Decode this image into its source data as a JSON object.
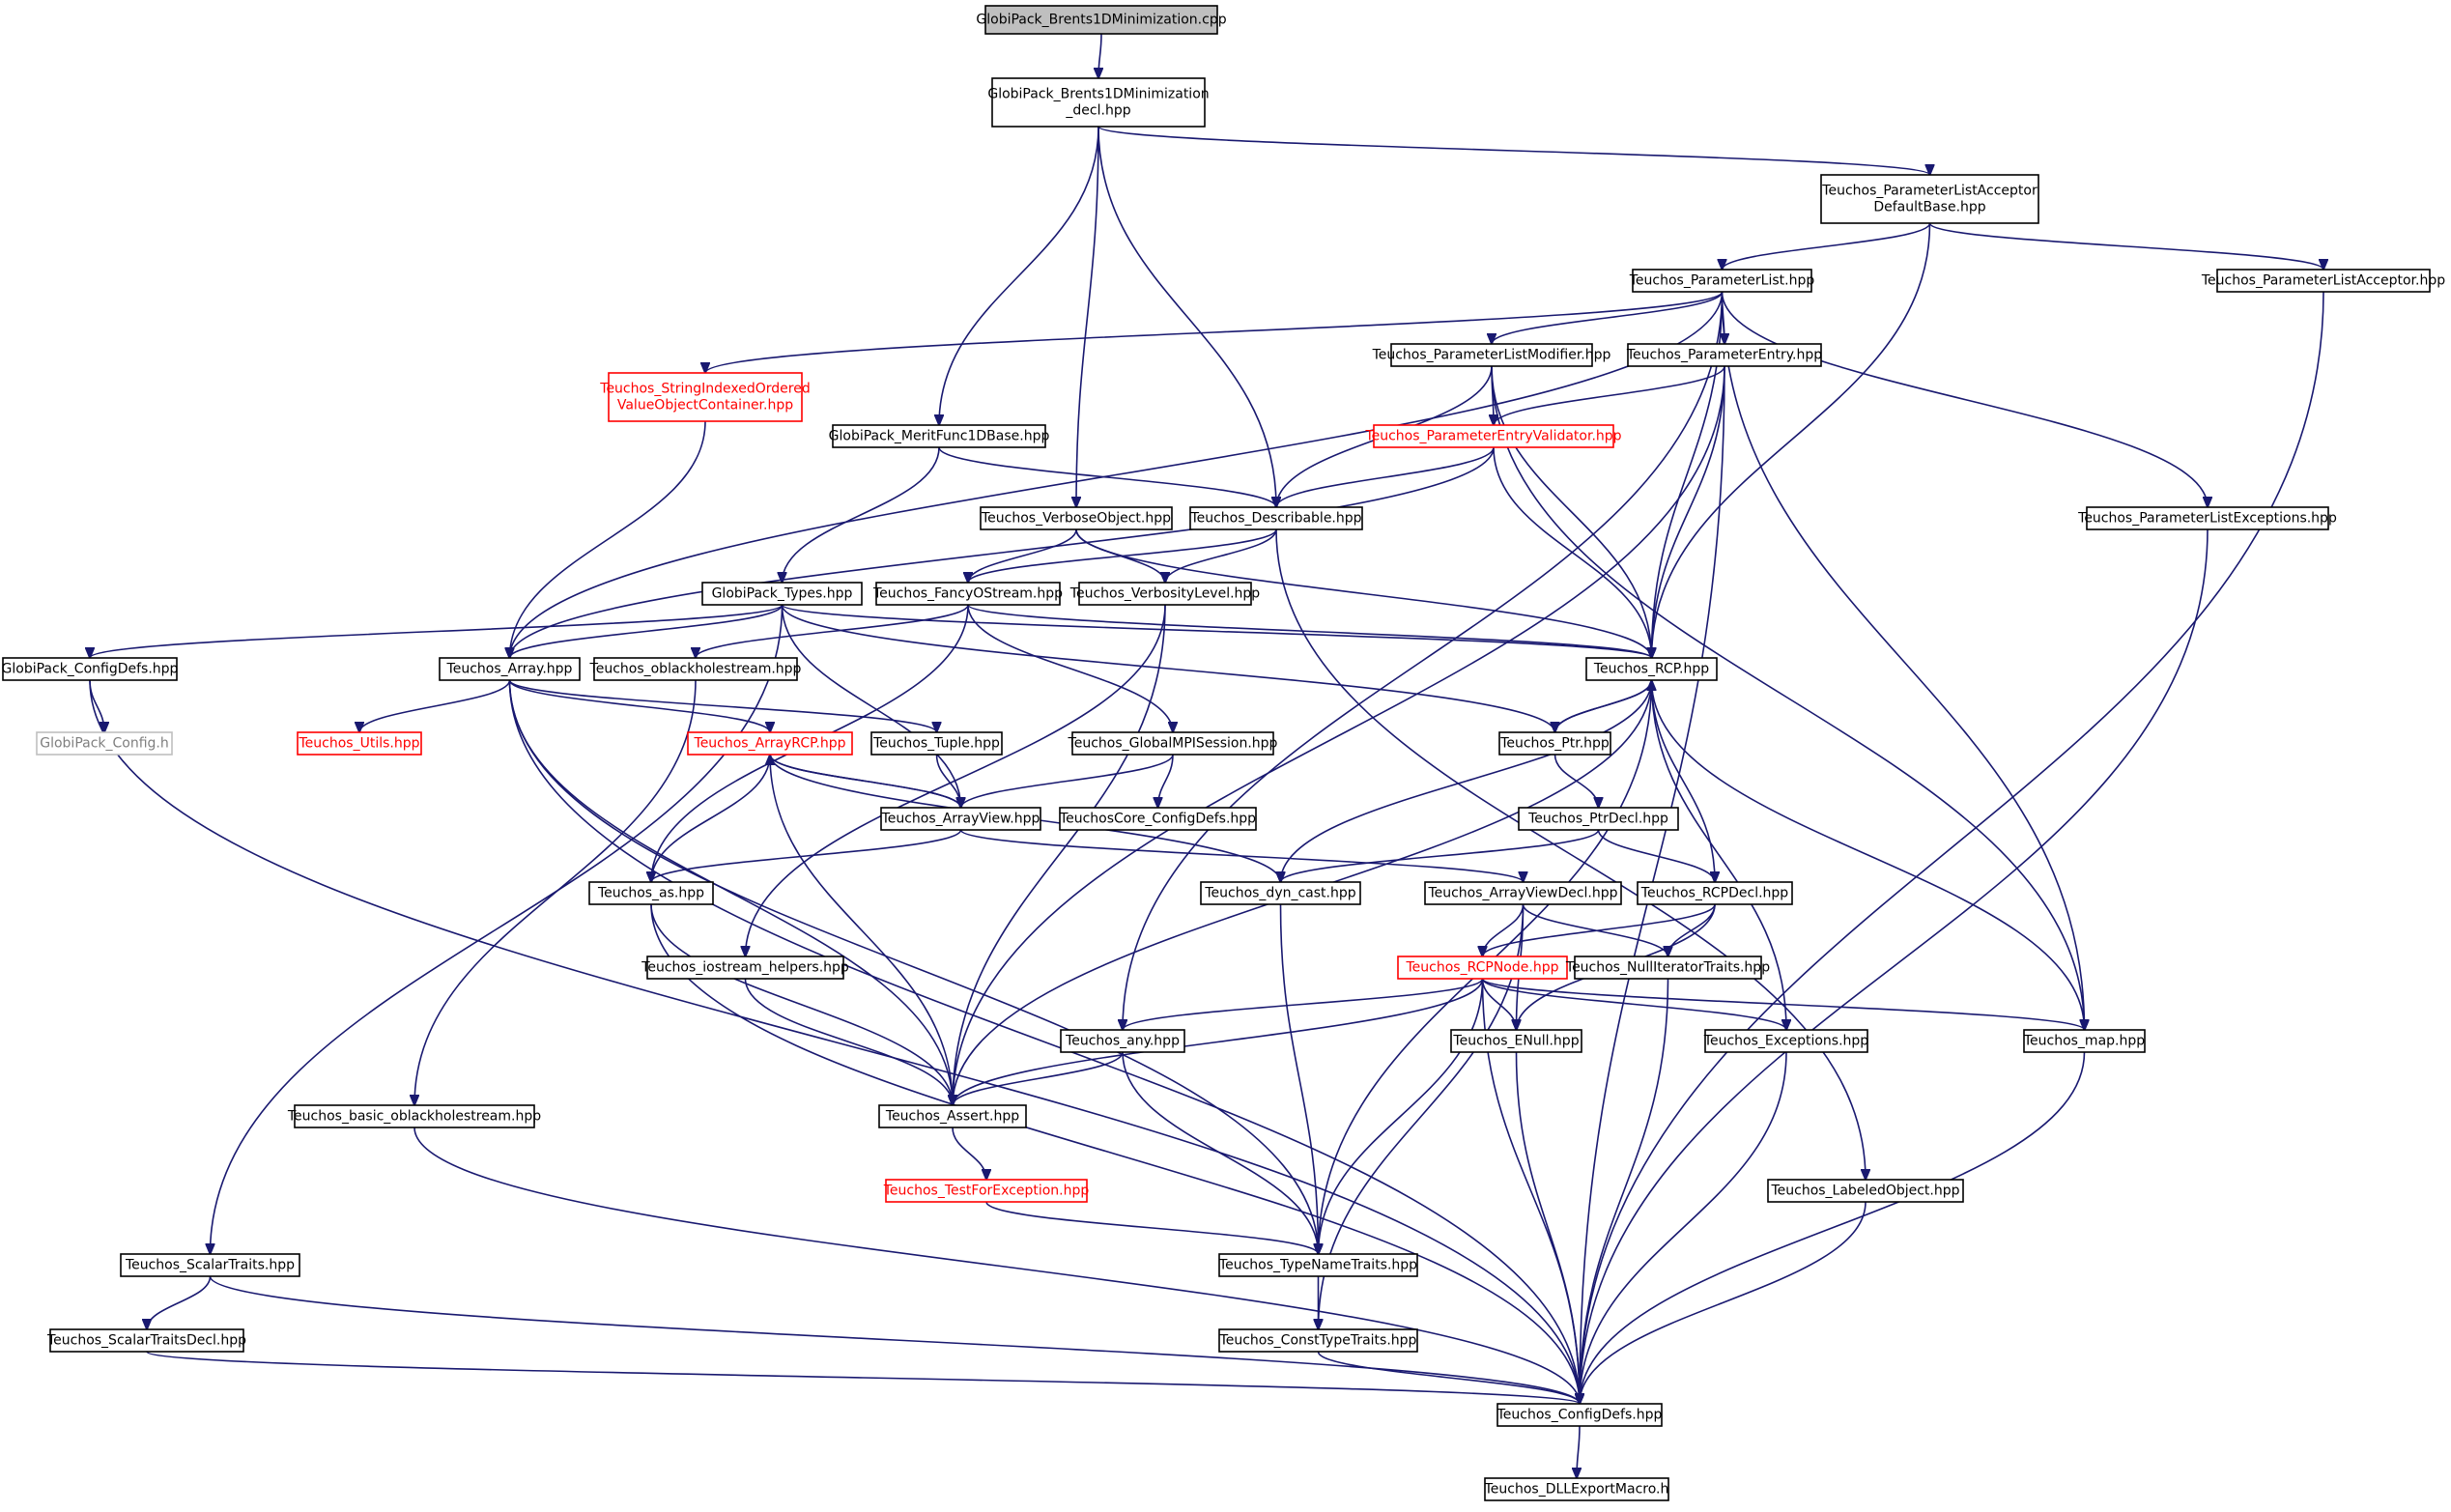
{
  "colors": {
    "edge": "#191970",
    "truncated": "#ff0000",
    "root_fill": "#bfbfbf",
    "external": "#bfbfbf"
  },
  "nodes": [
    {
      "id": "root",
      "lines": [
        "GlobiPack_Brents1DMinimization.cpp"
      ],
      "kind": "root"
    },
    {
      "id": "decl",
      "lines": [
        "GlobiPack_Brents1DMinimization",
        "_decl.hpp"
      ]
    },
    {
      "id": "plad",
      "lines": [
        "Teuchos_ParameterListAcceptor",
        "DefaultBase.hpp"
      ]
    },
    {
      "id": "pl",
      "lines": [
        "Teuchos_ParameterList.hpp"
      ]
    },
    {
      "id": "pla",
      "lines": [
        "Teuchos_ParameterListAcceptor.hpp"
      ]
    },
    {
      "id": "plm",
      "lines": [
        "Teuchos_ParameterListModifier.hpp"
      ]
    },
    {
      "id": "pe",
      "lines": [
        "Teuchos_ParameterEntry.hpp"
      ]
    },
    {
      "id": "sio",
      "lines": [
        "Teuchos_StringIndexedOrdered",
        "ValueObjectContainer.hpp"
      ],
      "kind": "truncated"
    },
    {
      "id": "mf",
      "lines": [
        "GlobiPack_MeritFunc1DBase.hpp"
      ]
    },
    {
      "id": "pev",
      "lines": [
        "Teuchos_ParameterEntryValidator.hpp"
      ],
      "kind": "truncated"
    },
    {
      "id": "vo",
      "lines": [
        "Teuchos_VerboseObject.hpp"
      ]
    },
    {
      "id": "desc",
      "lines": [
        "Teuchos_Describable.hpp"
      ]
    },
    {
      "id": "ple",
      "lines": [
        "Teuchos_ParameterListExceptions.hpp"
      ]
    },
    {
      "id": "gtypes",
      "lines": [
        "GlobiPack_Types.hpp"
      ]
    },
    {
      "id": "fos",
      "lines": [
        "Teuchos_FancyOStream.hpp"
      ]
    },
    {
      "id": "vl",
      "lines": [
        "Teuchos_VerbosityLevel.hpp"
      ]
    },
    {
      "id": "gcd",
      "lines": [
        "GlobiPack_ConfigDefs.hpp"
      ]
    },
    {
      "id": "arr",
      "lines": [
        "Teuchos_Array.hpp"
      ]
    },
    {
      "id": "obh",
      "lines": [
        "Teuchos_oblackholestream.hpp"
      ]
    },
    {
      "id": "rcp",
      "lines": [
        "Teuchos_RCP.hpp"
      ]
    },
    {
      "id": "gconf",
      "lines": [
        "GlobiPack_Config.h"
      ],
      "kind": "external"
    },
    {
      "id": "utils",
      "lines": [
        "Teuchos_Utils.hpp"
      ],
      "kind": "truncated"
    },
    {
      "id": "arcp",
      "lines": [
        "Teuchos_ArrayRCP.hpp"
      ],
      "kind": "truncated"
    },
    {
      "id": "tuple",
      "lines": [
        "Teuchos_Tuple.hpp"
      ]
    },
    {
      "id": "gmpi",
      "lines": [
        "Teuchos_GlobalMPISession.hpp"
      ]
    },
    {
      "id": "ptr",
      "lines": [
        "Teuchos_Ptr.hpp"
      ]
    },
    {
      "id": "av",
      "lines": [
        "Teuchos_ArrayView.hpp"
      ]
    },
    {
      "id": "tccd",
      "lines": [
        "TeuchosCore_ConfigDefs.hpp"
      ]
    },
    {
      "id": "ptrdecl",
      "lines": [
        "Teuchos_PtrDecl.hpp"
      ]
    },
    {
      "id": "as",
      "lines": [
        "Teuchos_as.hpp"
      ]
    },
    {
      "id": "dyn",
      "lines": [
        "Teuchos_dyn_cast.hpp"
      ]
    },
    {
      "id": "avd",
      "lines": [
        "Teuchos_ArrayViewDecl.hpp"
      ]
    },
    {
      "id": "rcpdecl",
      "lines": [
        "Teuchos_RCPDecl.hpp"
      ]
    },
    {
      "id": "ioh",
      "lines": [
        "Teuchos_iostream_helpers.hpp"
      ]
    },
    {
      "id": "rcpnode",
      "lines": [
        "Teuchos_RCPNode.hpp"
      ],
      "kind": "truncated"
    },
    {
      "id": "nit",
      "lines": [
        "Teuchos_NullIteratorTraits.hpp"
      ]
    },
    {
      "id": "any",
      "lines": [
        "Teuchos_any.hpp"
      ]
    },
    {
      "id": "enull",
      "lines": [
        "Teuchos_ENull.hpp"
      ]
    },
    {
      "id": "exc",
      "lines": [
        "Teuchos_Exceptions.hpp"
      ]
    },
    {
      "id": "map",
      "lines": [
        "Teuchos_map.hpp"
      ]
    },
    {
      "id": "bobh",
      "lines": [
        "Teuchos_basic_oblackholestream.hpp"
      ]
    },
    {
      "id": "assert",
      "lines": [
        "Teuchos_Assert.hpp"
      ]
    },
    {
      "id": "tfe",
      "lines": [
        "Teuchos_TestForException.hpp"
      ],
      "kind": "truncated"
    },
    {
      "id": "labeled",
      "lines": [
        "Teuchos_LabeledObject.hpp"
      ]
    },
    {
      "id": "st",
      "lines": [
        "Teuchos_ScalarTraits.hpp"
      ]
    },
    {
      "id": "tnt",
      "lines": [
        "Teuchos_TypeNameTraits.hpp"
      ]
    },
    {
      "id": "std",
      "lines": [
        "Teuchos_ScalarTraitsDecl.hpp"
      ]
    },
    {
      "id": "ctt",
      "lines": [
        "Teuchos_ConstTypeTraits.hpp"
      ]
    },
    {
      "id": "tcd",
      "lines": [
        "Teuchos_ConfigDefs.hpp"
      ]
    },
    {
      "id": "dll",
      "lines": [
        "Teuchos_DLLExportMacro.h"
      ]
    }
  ],
  "edges": [
    [
      "root",
      "decl"
    ],
    [
      "decl",
      "plad"
    ],
    [
      "decl",
      "mf"
    ],
    [
      "decl",
      "vo"
    ],
    [
      "decl",
      "desc"
    ],
    [
      "plad",
      "pl"
    ],
    [
      "plad",
      "pla"
    ],
    [
      "plad",
      "rcp"
    ],
    [
      "pl",
      "plm"
    ],
    [
      "pl",
      "pe"
    ],
    [
      "pl",
      "sio"
    ],
    [
      "pl",
      "ple"
    ],
    [
      "pl",
      "arr"
    ],
    [
      "pl",
      "rcp"
    ],
    [
      "pl",
      "map"
    ],
    [
      "pl",
      "any"
    ],
    [
      "pla",
      "tcd"
    ],
    [
      "plm",
      "pev"
    ],
    [
      "plm",
      "desc"
    ],
    [
      "plm",
      "rcp"
    ],
    [
      "plm",
      "map"
    ],
    [
      "pe",
      "pev"
    ],
    [
      "pe",
      "rcp"
    ],
    [
      "pe",
      "assert"
    ],
    [
      "pe",
      "tcd"
    ],
    [
      "sio",
      "arr"
    ],
    [
      "mf",
      "gtypes"
    ],
    [
      "mf",
      "desc"
    ],
    [
      "pev",
      "desc"
    ],
    [
      "pev",
      "rcp"
    ],
    [
      "pev",
      "arr"
    ],
    [
      "vo",
      "fos"
    ],
    [
      "vo",
      "vl"
    ],
    [
      "vo",
      "rcp"
    ],
    [
      "desc",
      "fos"
    ],
    [
      "desc",
      "vl"
    ],
    [
      "desc",
      "labeled"
    ],
    [
      "ple",
      "tcd"
    ],
    [
      "gtypes",
      "gcd"
    ],
    [
      "gtypes",
      "arr"
    ],
    [
      "gtypes",
      "rcp"
    ],
    [
      "gtypes",
      "ptr"
    ],
    [
      "gtypes",
      "av"
    ],
    [
      "gtypes",
      "st"
    ],
    [
      "fos",
      "rcp"
    ],
    [
      "fos",
      "obh"
    ],
    [
      "fos",
      "gmpi"
    ],
    [
      "fos",
      "as"
    ],
    [
      "vl",
      "assert"
    ],
    [
      "vl",
      "ioh"
    ],
    [
      "gcd",
      "gconf"
    ],
    [
      "gcd",
      "tcd"
    ],
    [
      "arr",
      "utils"
    ],
    [
      "arr",
      "arcp"
    ],
    [
      "arr",
      "tuple"
    ],
    [
      "arr",
      "assert"
    ],
    [
      "arr",
      "tnt"
    ],
    [
      "arr",
      "tcd"
    ],
    [
      "obh",
      "bobh"
    ],
    [
      "rcp",
      "ptr"
    ],
    [
      "rcp",
      "rcpdecl"
    ],
    [
      "rcp",
      "exc"
    ],
    [
      "rcp",
      "map"
    ],
    [
      "rcp",
      "dyn"
    ],
    [
      "rcp",
      "tnt"
    ],
    [
      "rcp",
      "assert"
    ],
    [
      "arcp",
      "av"
    ],
    [
      "arcp",
      "as"
    ],
    [
      "arcp",
      "assert"
    ],
    [
      "arcp",
      "dyn"
    ],
    [
      "tuple",
      "av"
    ],
    [
      "gmpi",
      "av"
    ],
    [
      "gmpi",
      "tccd"
    ],
    [
      "ptr",
      "rcp"
    ],
    [
      "ptr",
      "ptrdecl"
    ],
    [
      "av",
      "arcp"
    ],
    [
      "av",
      "avd"
    ],
    [
      "av",
      "as"
    ],
    [
      "ptrdecl",
      "rcpdecl"
    ],
    [
      "ptrdecl",
      "dyn"
    ],
    [
      "as",
      "assert"
    ],
    [
      "as",
      "tcd"
    ],
    [
      "dyn",
      "tnt"
    ],
    [
      "avd",
      "rcpnode"
    ],
    [
      "avd",
      "nit"
    ],
    [
      "avd",
      "enull"
    ],
    [
      "avd",
      "ctt"
    ],
    [
      "rcpdecl",
      "rcpnode"
    ],
    [
      "rcpdecl",
      "nit"
    ],
    [
      "rcpdecl",
      "enull"
    ],
    [
      "ioh",
      "assert"
    ],
    [
      "rcpnode",
      "any"
    ],
    [
      "rcpnode",
      "enull"
    ],
    [
      "rcpnode",
      "exc"
    ],
    [
      "rcpnode",
      "map"
    ],
    [
      "rcpnode",
      "assert"
    ],
    [
      "rcpnode",
      "tnt"
    ],
    [
      "rcpnode",
      "tcd"
    ],
    [
      "nit",
      "tcd"
    ],
    [
      "any",
      "assert"
    ],
    [
      "any",
      "tnt"
    ],
    [
      "enull",
      "tcd"
    ],
    [
      "exc",
      "tcd"
    ],
    [
      "map",
      "tcd"
    ],
    [
      "bobh",
      "tcd"
    ],
    [
      "assert",
      "tfe"
    ],
    [
      "tfe",
      "tnt"
    ],
    [
      "labeled",
      "tcd"
    ],
    [
      "st",
      "std"
    ],
    [
      "st",
      "tcd"
    ],
    [
      "tnt",
      "ctt"
    ],
    [
      "std",
      "tcd"
    ],
    [
      "ctt",
      "tcd"
    ],
    [
      "tcd",
      "dll"
    ]
  ]
}
